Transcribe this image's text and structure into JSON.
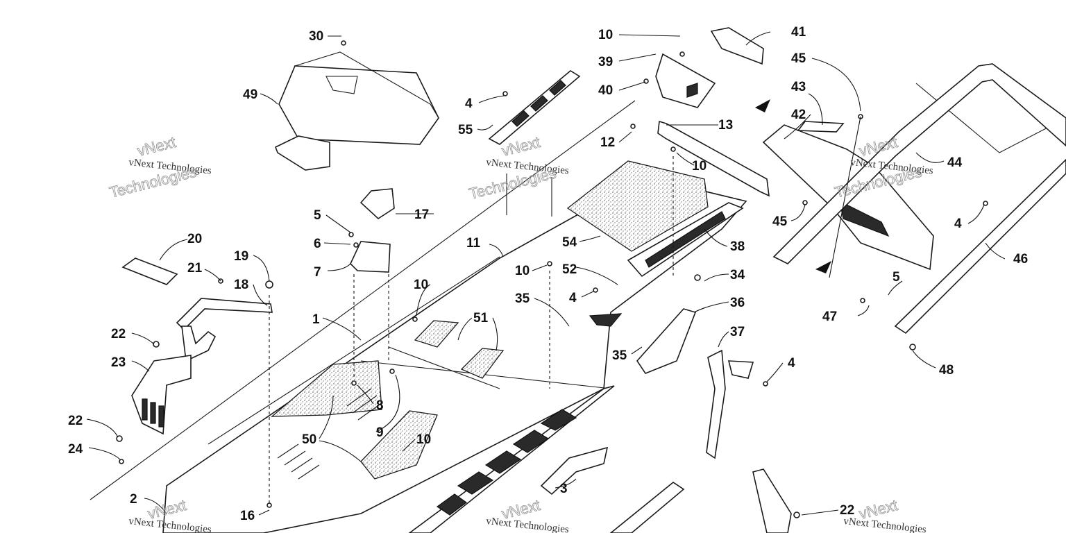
{
  "callouts": {
    "c1": "1",
    "c2": "2",
    "c3": "3",
    "c4a": "4",
    "c4b": "4",
    "c4c": "4",
    "c4d": "4",
    "c5a": "5",
    "c5b": "5",
    "c6": "6",
    "c7": "7",
    "c8": "8",
    "c9": "9",
    "c10a": "10",
    "c10b": "10",
    "c10c": "10",
    "c10d": "10",
    "c10e": "10",
    "c11": "11",
    "c12": "12",
    "c13": "13",
    "c16": "16",
    "c17": "17",
    "c18": "18",
    "c19": "19",
    "c20": "20",
    "c21": "21",
    "c22a": "22",
    "c22b": "22",
    "c22c": "22",
    "c23": "23",
    "c24": "24",
    "c30": "30",
    "c34": "34",
    "c35a": "35",
    "c35b": "35",
    "c36": "36",
    "c37": "37",
    "c38": "38",
    "c39": "39",
    "c40": "40",
    "c41": "41",
    "c42": "42",
    "c43": "43",
    "c44": "44",
    "c45a": "45",
    "c45b": "45",
    "c46": "46",
    "c47": "47",
    "c48": "48",
    "c49": "49",
    "c50": "50",
    "c51": "51",
    "c52": "52",
    "c54": "54",
    "c55": "55"
  },
  "watermark": {
    "brand_line": "vNext Technologies",
    "big_top": "vNext",
    "big_bottom": "Technologies"
  }
}
